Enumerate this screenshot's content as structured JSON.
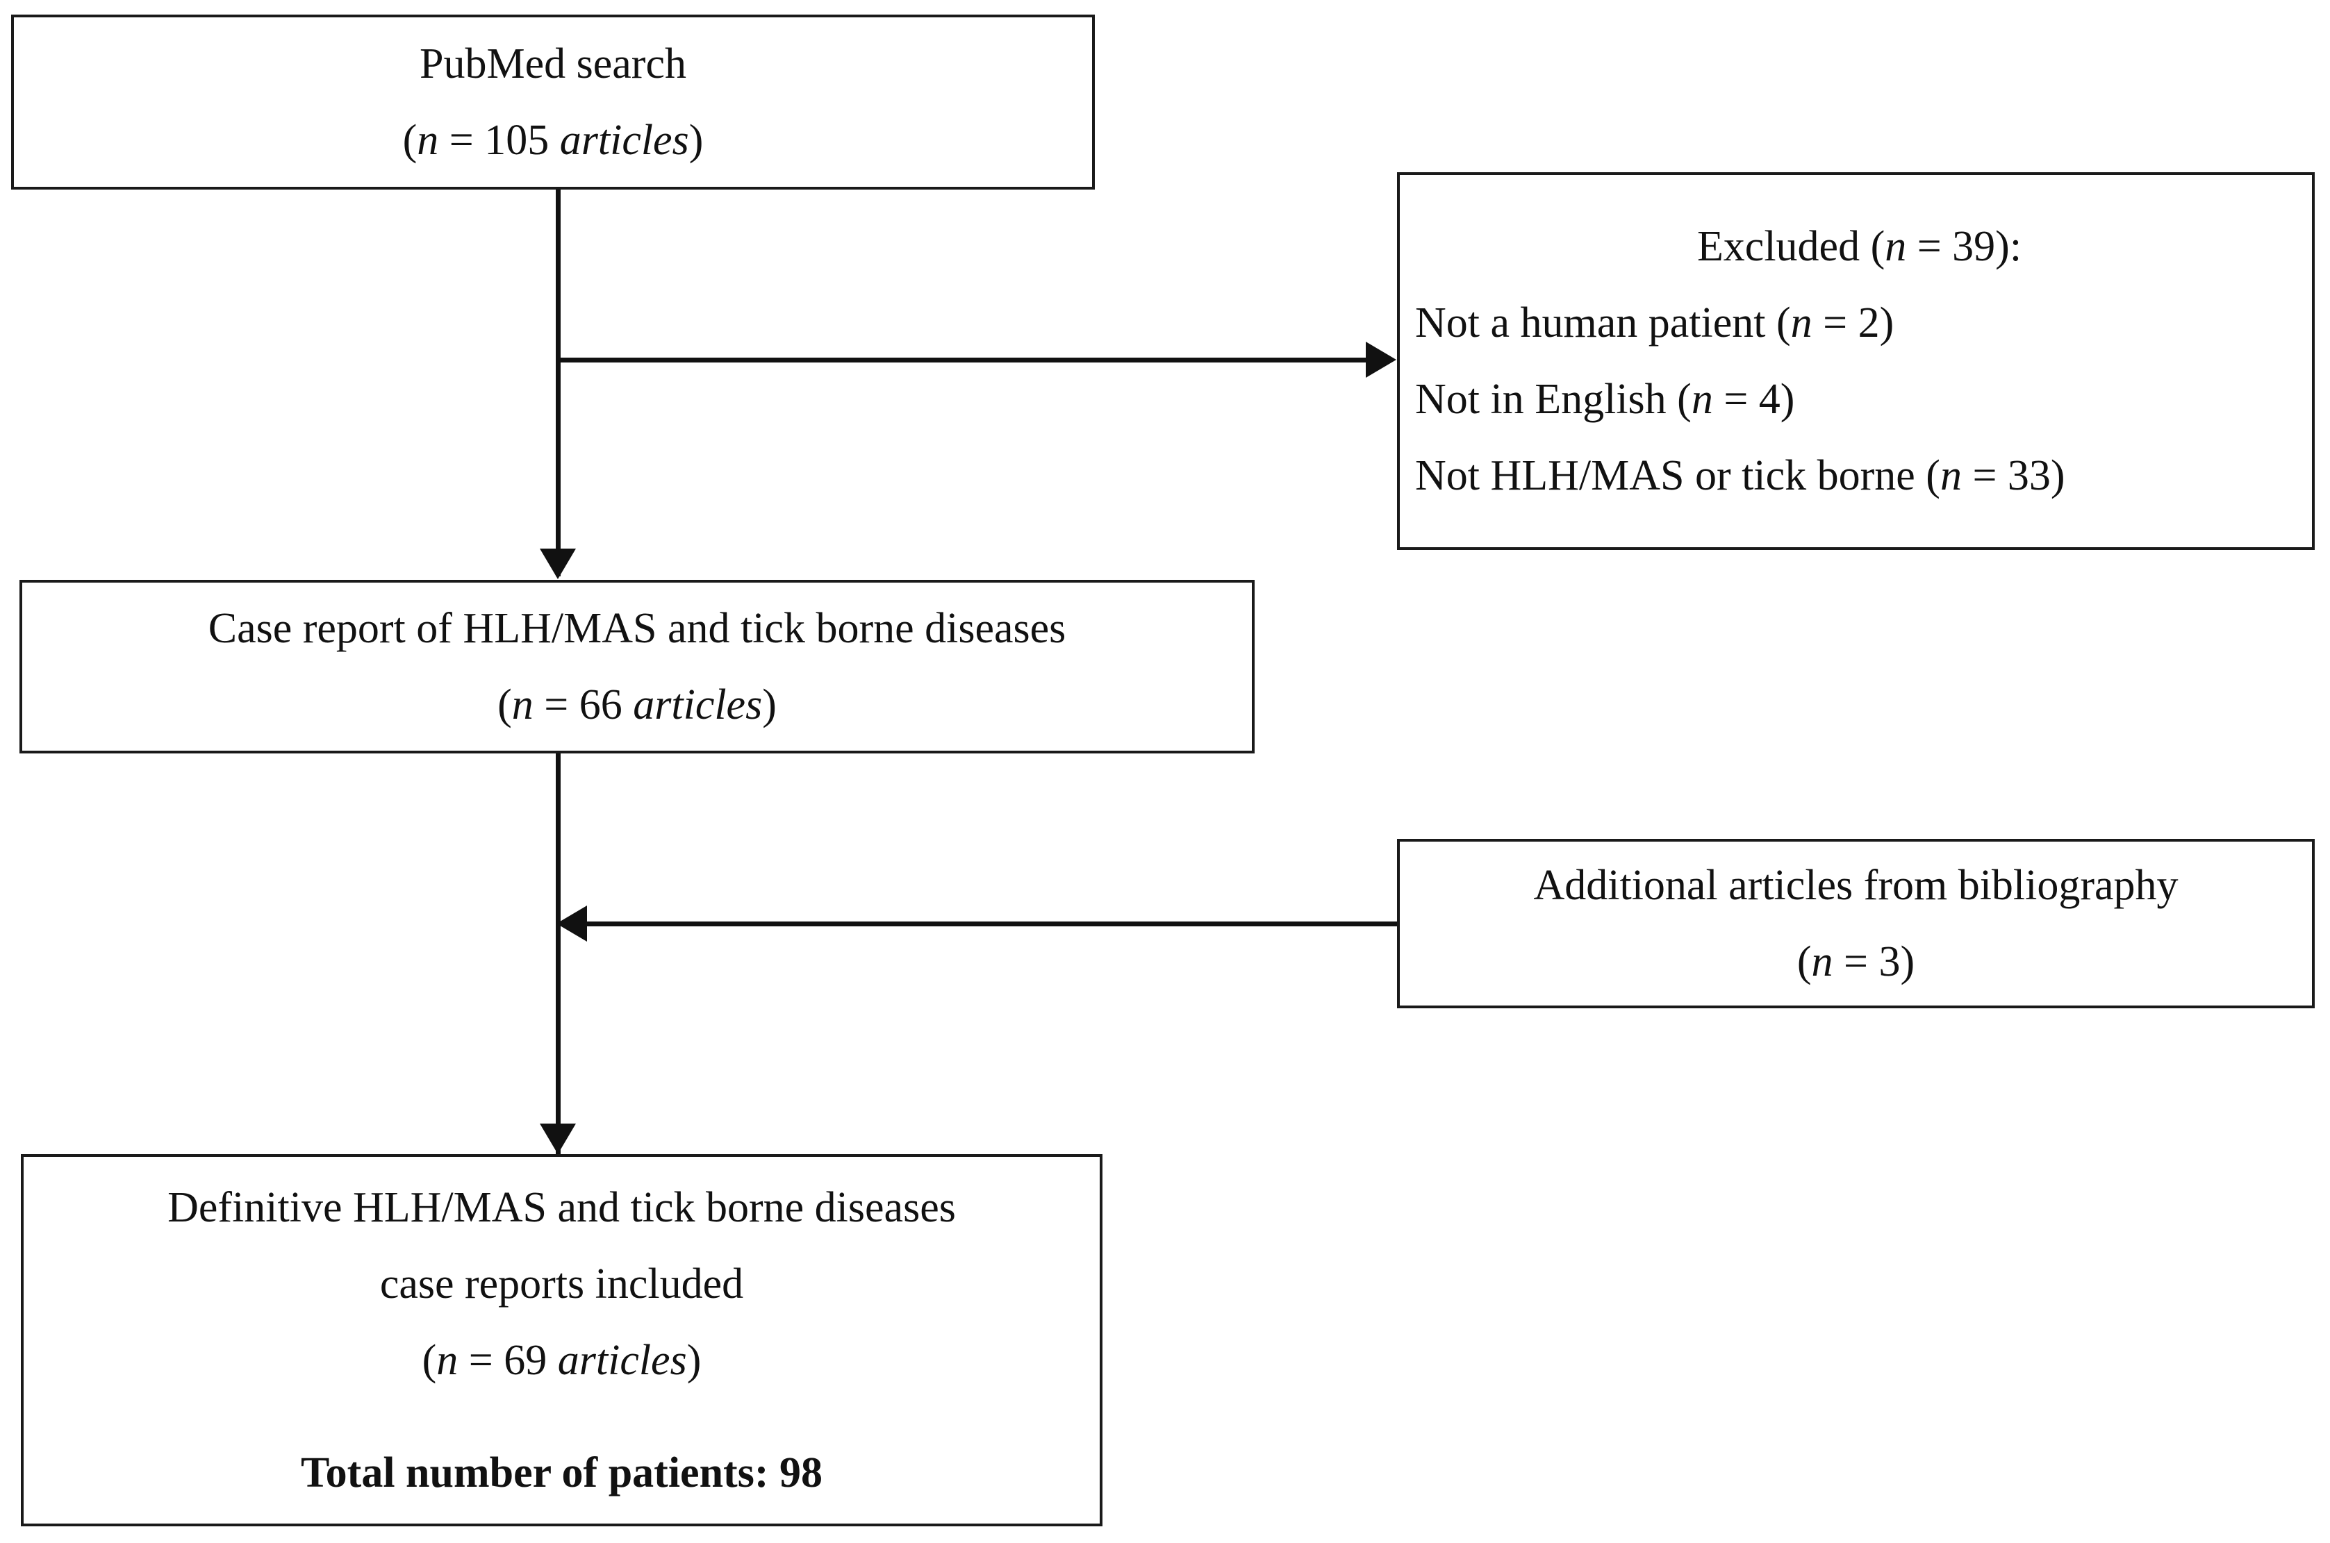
{
  "diagram": {
    "title": "PRISMA-style literature selection flow diagram",
    "stroke_color": "#111111",
    "background_color": "#ffffff",
    "nodes": {
      "pubmed_search": {
        "line1": "PubMed search",
        "line2_prefix": "(",
        "line2_italic_n": "n",
        "line2_eq": " = 105 ",
        "line2_italic_unit": "articles",
        "line2_suffix": ")"
      },
      "excluded": {
        "heading_prefix": "Excluded (",
        "heading_italic_n": "n",
        "heading_suffix": " = 39):",
        "reason1_text": "Not a human patient (",
        "reason1_italic_n": "n",
        "reason1_suffix": " = 2)",
        "reason2_text": "Not in English (",
        "reason2_italic_n": "n",
        "reason2_suffix": " = 4)",
        "reason3_text": "Not HLH/MAS or tick borne (",
        "reason3_italic_n": "n",
        "reason3_suffix": " = 33)"
      },
      "case_report": {
        "line1": "Case report of HLH/MAS and tick borne diseases",
        "line2_prefix": "(",
        "line2_italic_n": "n",
        "line2_eq": " = 66 ",
        "line2_italic_unit": "articles",
        "line2_suffix": ")"
      },
      "additional_articles": {
        "line1": "Additional articles from bibliography",
        "line2_prefix": "(",
        "line2_italic_n": "n",
        "line2_suffix": " = 3)"
      },
      "definitive": {
        "line1": "Definitive HLH/MAS and tick borne diseases",
        "line2": "case reports included",
        "line3_prefix": "(",
        "line3_italic_n": "n",
        "line3_eq": " = 69 ",
        "line3_italic_unit": "articles",
        "line3_suffix": ")",
        "total_line": "Total number of patients: 98"
      }
    },
    "edges": [
      {
        "name": "search-to-excluded",
        "from": "pubmed_search",
        "to": "excluded",
        "direction": "right"
      },
      {
        "name": "search-to-case-report",
        "from": "pubmed_search",
        "to": "case_report",
        "direction": "down"
      },
      {
        "name": "bibliography-to-trunk",
        "from": "additional_articles",
        "to": "definitive",
        "direction": "left"
      },
      {
        "name": "case-report-to-definitive",
        "from": "case_report",
        "to": "definitive",
        "direction": "down"
      }
    ]
  }
}
